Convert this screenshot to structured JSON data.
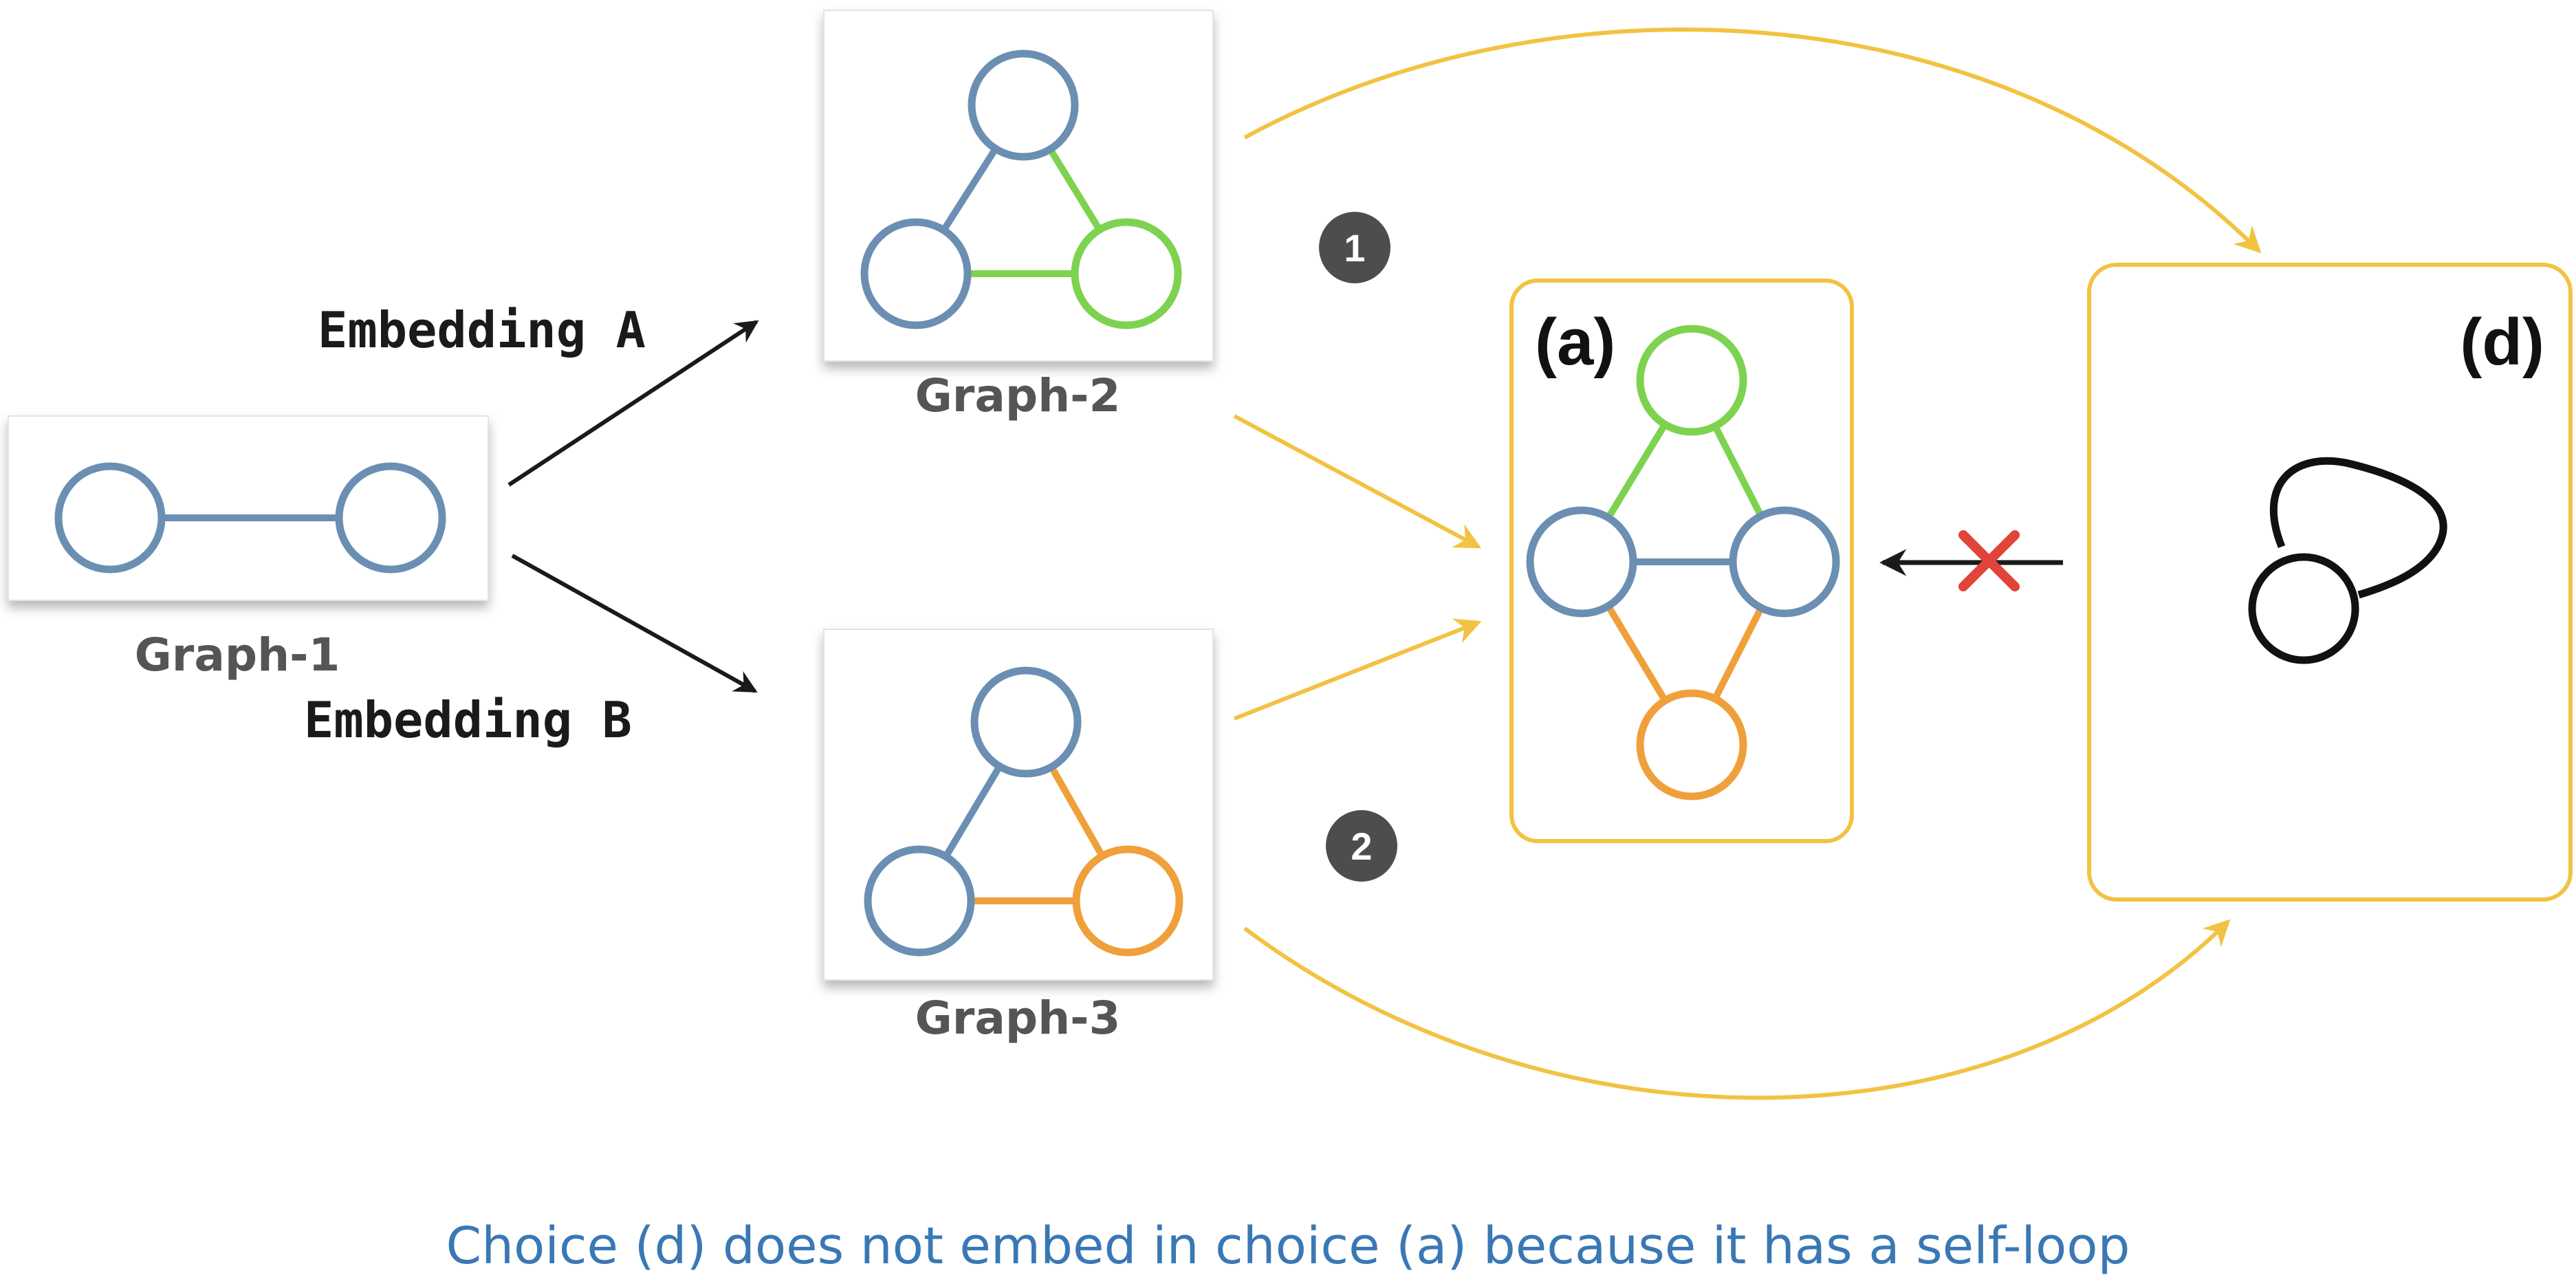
{
  "colors": {
    "blue": "#6b8fb2",
    "green": "#7dd34f",
    "orange": "#f0a03a",
    "yellow": "#f2c243",
    "dark": "#4d4d4d",
    "red": "#e0443a",
    "caption": "#3a78b5"
  },
  "graphs": [
    {
      "label": "Graph-1"
    },
    {
      "label": "Graph-2"
    },
    {
      "label": "Graph-3"
    }
  ],
  "embeddings": {
    "a": "Embedding A",
    "b": "Embedding B"
  },
  "badges": [
    "1",
    "2"
  ],
  "choices": {
    "a": "(a)",
    "d": "(d)"
  },
  "caption": "Choice (d) does not embed in choice (a) because it has a self-loop"
}
